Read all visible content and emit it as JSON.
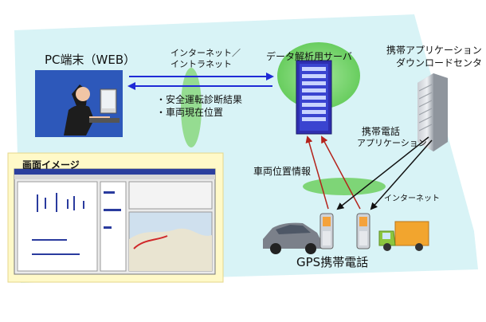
{
  "nodes": {
    "pc_terminal": "PC端末（WEB）",
    "data_server": "データ解析用サーバ",
    "download_center_line1": "携帯アプリケーション",
    "download_center_line2": "ダウンロードセンタ",
    "gps_phone": "GPS携帯電話"
  },
  "links": {
    "internet_intranet_line1": "インターネット／",
    "internet_intranet_line2": "イントラネット",
    "result_item1": "・安全運転診断結果",
    "result_item2": "・車両現在位置",
    "vehicle_position": "車両位置情報",
    "phone_app_line1": "携帯電話",
    "phone_app_line2": "アプリケーション",
    "internet": "インターネット"
  },
  "screen_image": {
    "title": "画面イメージ"
  },
  "colors": {
    "cloud": "#d8f3f6",
    "green_blob": "#77d26a",
    "screen_panel": "#fff9c8",
    "arrow_blue": "#1f2bd6",
    "arrow_red": "#b4231c"
  }
}
